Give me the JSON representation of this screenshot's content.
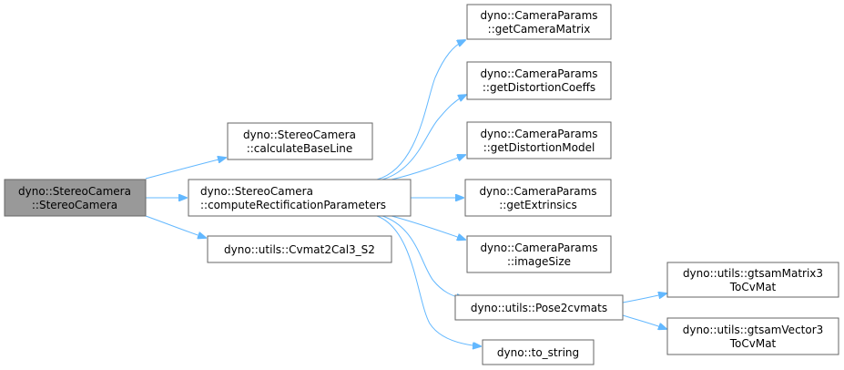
{
  "colors": {
    "edge": "#63b8ff",
    "node_border": "#666666",
    "node_fill": "#ffffff",
    "root_fill": "#999999"
  },
  "nodes": {
    "root": [
      "dyno::StereoCamera",
      "::StereoCamera"
    ],
    "calculate_baseline": [
      "dyno::StereoCamera",
      "::calculateBaseLine"
    ],
    "compute_rectification": [
      "dyno::StereoCamera",
      "::computeRectificationParameters"
    ],
    "cvmat2cal3": [
      "dyno::utils::Cvmat2Cal3_S2"
    ],
    "get_camera_matrix": [
      "dyno::CameraParams",
      "::getCameraMatrix"
    ],
    "get_distortion_coeffs": [
      "dyno::CameraParams",
      "::getDistortionCoeffs"
    ],
    "get_distortion_model": [
      "dyno::CameraParams",
      "::getDistortionModel"
    ],
    "get_extrinsics": [
      "dyno::CameraParams",
      "::getExtrinsics"
    ],
    "image_size": [
      "dyno::CameraParams",
      "::imageSize"
    ],
    "pose2cvmats": [
      "dyno::utils::Pose2cvmats"
    ],
    "to_string": [
      "dyno::to_string"
    ],
    "gtsam_matrix3": [
      "dyno::utils::gtsamMatrix3",
      "ToCvMat"
    ],
    "gtsam_vector3": [
      "dyno::utils::gtsamVector3",
      "ToCvMat"
    ]
  }
}
